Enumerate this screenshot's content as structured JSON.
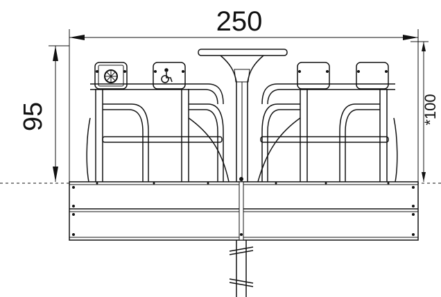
{
  "dimensions": {
    "width_label": "250",
    "height_label": "95",
    "clearance_label": "*100"
  }
}
